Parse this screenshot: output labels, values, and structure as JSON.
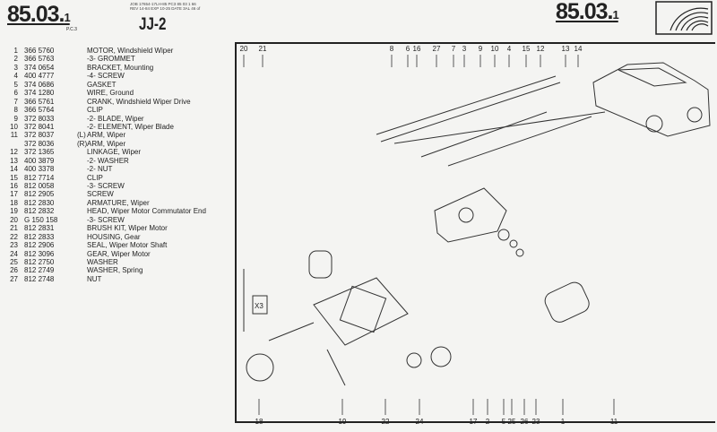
{
  "header": {
    "page_code": "85.03.",
    "page_code_sub": "1",
    "pc_label": "P.C.3",
    "job_line1": "JOB 17654-17LH-85 PC3 85 03 1 66",
    "job_line2": "REV 14-84 EXP 10-25 DATE 3AL 46 of",
    "section": "JJ-2",
    "page_code_right": "85.03.",
    "page_code_right_sub": "1"
  },
  "parts": [
    {
      "no": "1",
      "part": "366 5760",
      "desc": "MOTOR, Windshield Wiper"
    },
    {
      "no": "2",
      "part": "366 5763",
      "desc": "-3- GROMMET"
    },
    {
      "no": "3",
      "part": "374 0654",
      "desc": "BRACKET, Mounting"
    },
    {
      "no": "4",
      "part": "400 4777",
      "desc": "-4- SCREW"
    },
    {
      "no": "5",
      "part": "374 0686",
      "desc": "GASKET"
    },
    {
      "no": "6",
      "part": "374 1280",
      "desc": "WIRE, Ground"
    },
    {
      "no": "7",
      "part": "366 5761",
      "desc": "CRANK, Windshield Wiper Drive"
    },
    {
      "no": "8",
      "part": "366 5764",
      "desc": "CLIP"
    },
    {
      "no": "9",
      "part": "372 8033",
      "desc": "-2- BLADE, Wiper"
    },
    {
      "no": "10",
      "part": "372 8041",
      "desc": "-2- ELEMENT, Wiper Blade"
    },
    {
      "no": "11",
      "part": "372 8037",
      "side": "(L)",
      "desc": "ARM, Wiper"
    },
    {
      "no": "",
      "part": "372 8036",
      "side": "(R)",
      "desc": "ARM, Wiper"
    },
    {
      "no": "12",
      "part": "372 1365",
      "desc": "LINKAGE, Wiper"
    },
    {
      "no": "13",
      "part": "400 3879",
      "desc": "-2- WASHER"
    },
    {
      "no": "14",
      "part": "400 3378",
      "desc": "-2- NUT"
    },
    {
      "no": "15",
      "part": "812 7714",
      "desc": "CLIP"
    },
    {
      "no": "16",
      "part": "812 0058",
      "desc": "-3- SCREW"
    },
    {
      "no": "17",
      "part": "812 2905",
      "desc": "SCREW"
    },
    {
      "no": "18",
      "part": "812 2830",
      "desc": "ARMATURE, Wiper"
    },
    {
      "no": "19",
      "part": "812 2832",
      "desc": "HEAD, Wiper Motor Commutator End"
    },
    {
      "no": "20",
      "part": "G 150 158",
      "desc": "-3- SCREW"
    },
    {
      "no": "21",
      "part": "812 2831",
      "desc": "BRUSH KIT, Wiper Motor"
    },
    {
      "no": "22",
      "part": "812 2833",
      "desc": "HOUSING, Gear"
    },
    {
      "no": "23",
      "part": "812 2906",
      "desc": "SEAL, Wiper Motor Shaft"
    },
    {
      "no": "24",
      "part": "812 3096",
      "desc": "GEAR, Wiper Motor"
    },
    {
      "no": "25",
      "part": "812 2750",
      "desc": "WASHER"
    },
    {
      "no": "26",
      "part": "812 2749",
      "desc": "WASHER, Spring"
    },
    {
      "no": "27",
      "part": "812 2748",
      "desc": "NUT"
    }
  ],
  "diagram": {
    "top_callouts": [
      "20",
      "21",
      "8",
      "6",
      "16",
      "27",
      "7",
      "3",
      "9",
      "10",
      "4",
      "15",
      "12",
      "13",
      "14"
    ],
    "bottom_callouts": [
      "18",
      "19",
      "22",
      "24",
      "17",
      "2",
      "5",
      "25",
      "26",
      "23",
      "1",
      "11"
    ],
    "multiplier": "X3"
  }
}
